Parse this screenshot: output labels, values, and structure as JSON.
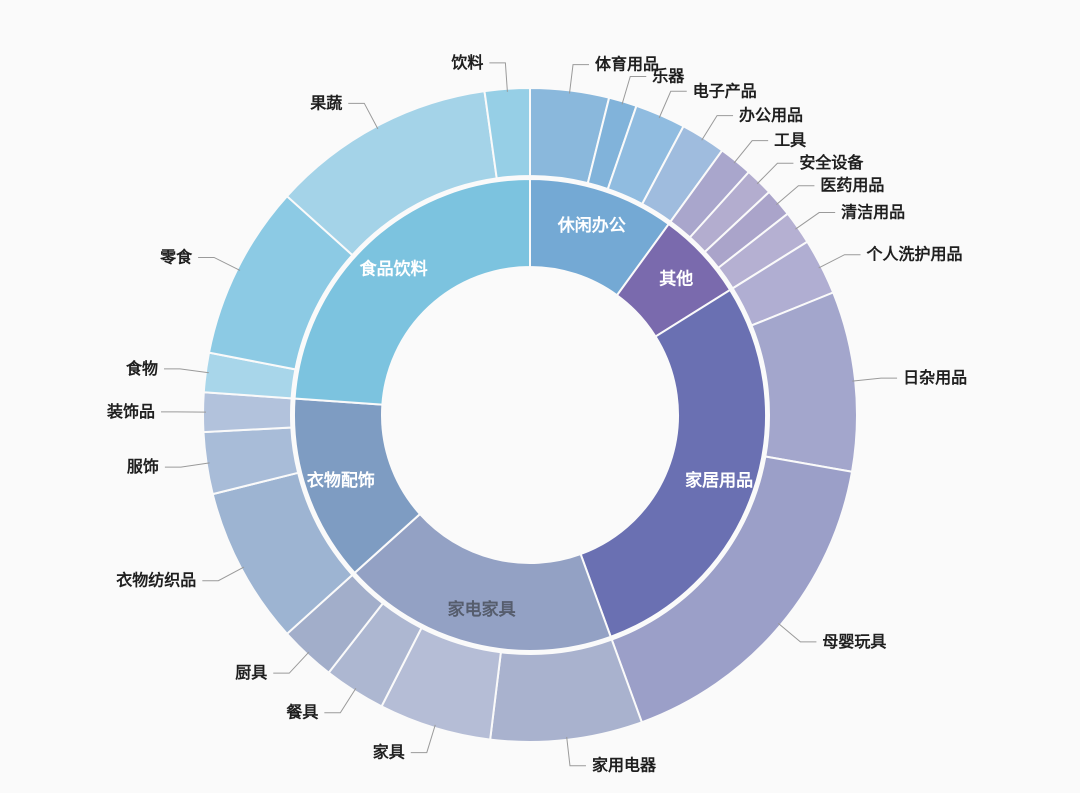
{
  "chart_data": {
    "type": "sunburst",
    "title": "",
    "subtitle": "",
    "legend": "none",
    "background": "#fafafa",
    "leader_line_color": "#9a9a9a",
    "outer_label_color": "#1f1f1f",
    "unit": "percent",
    "categories": [
      {
        "label": "休闲办公",
        "color": "#74a9d4",
        "label_color": "#ffffff",
        "value_deg": 36,
        "pct": 10.0,
        "children": [
          {
            "label": "体育用品",
            "value_deg": 14,
            "pct": 3.9,
            "color": "#8ab8dc"
          },
          {
            "label": "乐器",
            "value_deg": 5,
            "pct": 1.4,
            "color": "#81b3da"
          },
          {
            "label": "电子产品",
            "value_deg": 9,
            "pct": 2.5,
            "color": "#90bce0"
          },
          {
            "label": "办公用品",
            "value_deg": 8,
            "pct": 2.2,
            "color": "#9fbcde"
          }
        ]
      },
      {
        "label": "其他",
        "color": "#7a6aad",
        "label_color": "#ffffff",
        "value_deg": 22,
        "pct": 6.1,
        "children": [
          {
            "label": "工具",
            "value_deg": 6,
            "pct": 1.7,
            "color": "#a9a6cc"
          },
          {
            "label": "安全设备",
            "value_deg": 5,
            "pct": 1.4,
            "color": "#b3adcf"
          },
          {
            "label": "医药用品",
            "value_deg": 5,
            "pct": 1.4,
            "color": "#aaa4ca"
          },
          {
            "label": "清洁用品",
            "value_deg": 6,
            "pct": 1.7,
            "color": "#b5b0d2"
          }
        ]
      },
      {
        "label": "家居用品",
        "color": "#6a70b2",
        "label_color": "#ffffff",
        "value_deg": 102,
        "pct": 28.3,
        "children": [
          {
            "label": "个人洗护用品",
            "value_deg": 10,
            "pct": 2.8,
            "color": "#b0aed2"
          },
          {
            "label": "日杂用品",
            "value_deg": 32,
            "pct": 8.9,
            "color": "#a3a6cc"
          },
          {
            "label": "母婴玩具",
            "value_deg": 60,
            "pct": 16.7,
            "color": "#9b9fc8"
          }
        ]
      },
      {
        "label": "家电家具",
        "color": "#93a1c4",
        "label_color": "#565d6d",
        "value_deg": 68,
        "pct": 18.9,
        "children": [
          {
            "label": "家用电器",
            "value_deg": 27,
            "pct": 7.5,
            "color": "#a9b2ce"
          },
          {
            "label": "家具",
            "value_deg": 20,
            "pct": 5.6,
            "color": "#b5bdd6"
          },
          {
            "label": "餐具",
            "value_deg": 11,
            "pct": 3.1,
            "color": "#adb7d1"
          },
          {
            "label": "厨具",
            "value_deg": 10,
            "pct": 2.8,
            "color": "#a2aeca"
          }
        ]
      },
      {
        "label": "衣物配饰",
        "color": "#7e9cc2",
        "label_color": "#ffffff",
        "value_deg": 46,
        "pct": 12.8,
        "children": [
          {
            "label": "衣物纺织品",
            "value_deg": 28,
            "pct": 7.8,
            "color": "#9db4d2"
          },
          {
            "label": "服饰",
            "value_deg": 11,
            "pct": 3.1,
            "color": "#a8bcd8"
          },
          {
            "label": "装饰品",
            "value_deg": 7,
            "pct": 1.9,
            "color": "#b2c2dc"
          }
        ]
      },
      {
        "label": "食品饮料",
        "color": "#7cc3df",
        "label_color": "#ffffff",
        "value_deg": 86,
        "pct": 23.9,
        "children": [
          {
            "label": "食物",
            "value_deg": 7,
            "pct": 1.9,
            "color": "#a8d6ea"
          },
          {
            "label": "零食",
            "value_deg": 31,
            "pct": 8.6,
            "color": "#8ccae4"
          },
          {
            "label": "果蔬",
            "value_deg": 40,
            "pct": 11.1,
            "color": "#a4d3e8"
          },
          {
            "label": "饮料",
            "value_deg": 8,
            "pct": 2.2,
            "color": "#96cfe6"
          }
        ]
      }
    ]
  }
}
